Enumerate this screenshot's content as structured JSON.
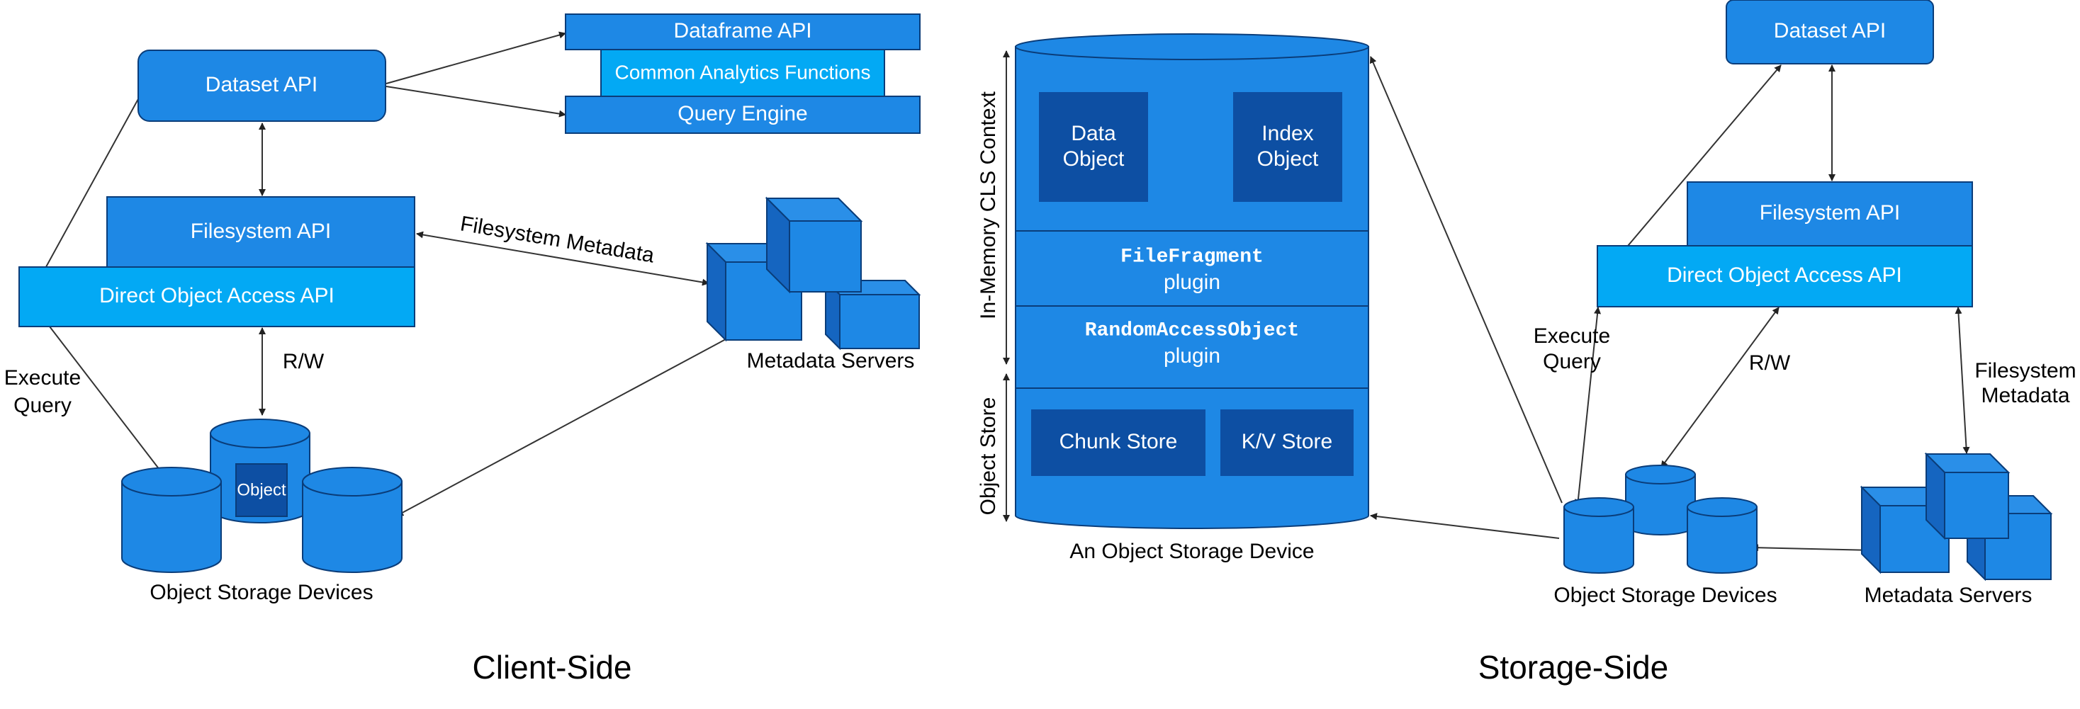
{
  "client": {
    "caption": "Client-Side",
    "dataset_api": "Dataset API",
    "dataframe_api": "Dataframe API",
    "common_analytics": "Common Analytics Functions",
    "query_engine": "Query Engine",
    "filesystem_api": "Filesystem API",
    "direct_object_access_api": "Direct Object Access API",
    "filesystem_metadata_label": "Filesystem Metadata",
    "metadata_servers_label": "Metadata Servers",
    "execute_label_1": "Execute",
    "execute_label_2": "Query",
    "rw_label": "R/W",
    "object_label": "Object",
    "osd_label": "Object Storage Devices"
  },
  "storage": {
    "caption": "Storage-Side",
    "device_label": "An Object Storage Device",
    "in_memory_context": "In-Memory CLS Context",
    "object_store_side": "Object Store",
    "data_object_1": "Data",
    "data_object_2": "Object",
    "index_object_1": "Index",
    "index_object_2": "Object",
    "file_fragment_code": "FileFragment",
    "file_fragment_plugin": "plugin",
    "random_access_code": "RandomAccessObject",
    "random_access_plugin": "plugin",
    "chunk_store": "Chunk Store",
    "kv_store": "K/V Store",
    "dataset_api": "Dataset API",
    "filesystem_api": "Filesystem API",
    "direct_object_access_api": "Direct Object Access API",
    "execute_label_1": "Execute",
    "execute_label_2": "Query",
    "rw_label": "R/W",
    "fs_meta_label_1": "Filesystem",
    "fs_meta_label_2": "Metadata",
    "osd_label": "Object Storage Devices",
    "metadata_servers_label": "Metadata Servers"
  },
  "colors": {
    "primary_blue": "#1e88e5",
    "light_blue": "#03a9f4",
    "dark_blue": "#0d4fa3",
    "stroke": "#0a3d7a"
  }
}
